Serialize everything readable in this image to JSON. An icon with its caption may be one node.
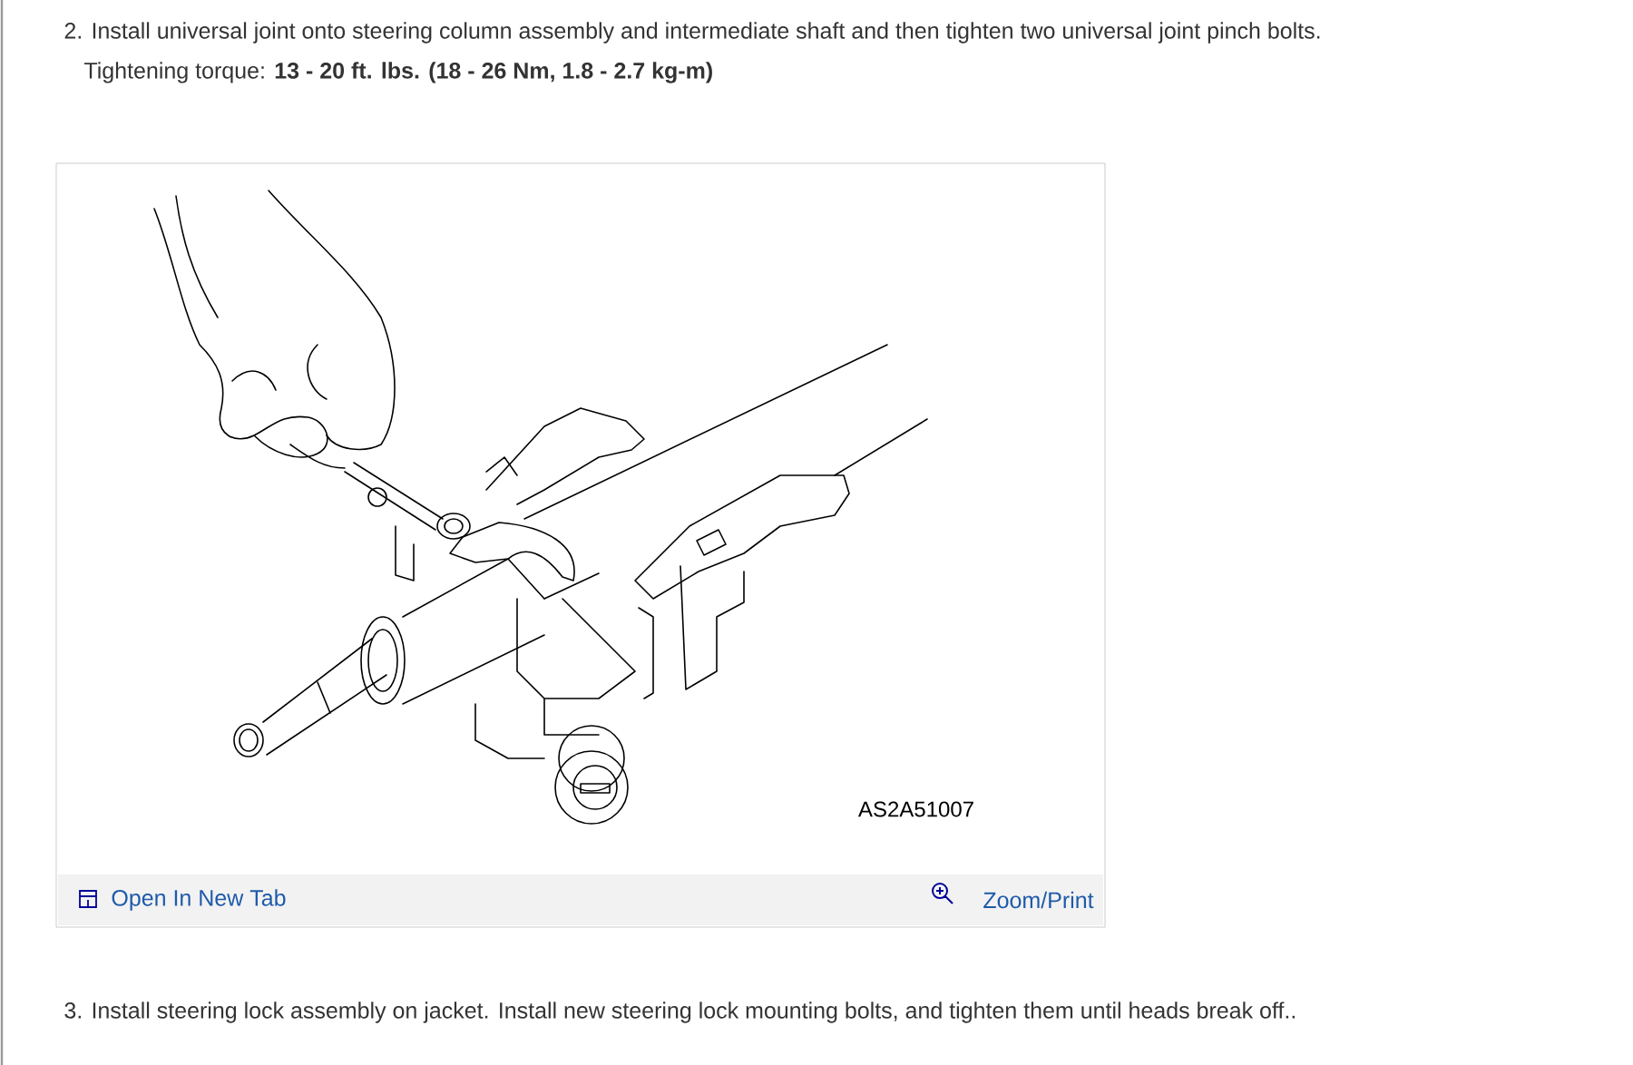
{
  "diagram": {
    "labels": [
      "2. Install universal joint onto steering column assembly and intermediate shaft and then tighten two universal joint pinch bolts.",
      "Tightening torque: **13 - 20 ft. lbs. (18 - 26 Nm, 1.8 - 2.7 kg-m)**",
      "AS2A51007",
      "Open In New Tab",
      "Zoom/Print",
      "3. Install steering lock assembly on jacket. Install new steering lock mounting bolts, and tighten them until heads break off.."
    ]
  }
}
